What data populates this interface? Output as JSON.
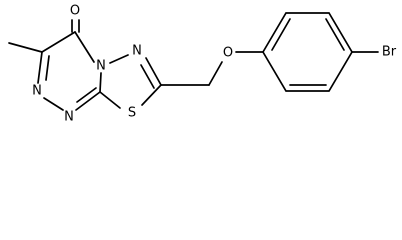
{
  "molecule": {
    "atom_labels": {
      "carbonyl_oxygen": "O",
      "ether_oxygen": "O",
      "sulfur": "S",
      "triazine_n_upper": "N",
      "triazine_n_lower": "N",
      "bridgehead_n": "N",
      "thiadiazole_n": "N",
      "bromine": "Br"
    },
    "colors": {
      "bond": "#000000",
      "label": "#000000",
      "background": "#ffffff"
    }
  }
}
